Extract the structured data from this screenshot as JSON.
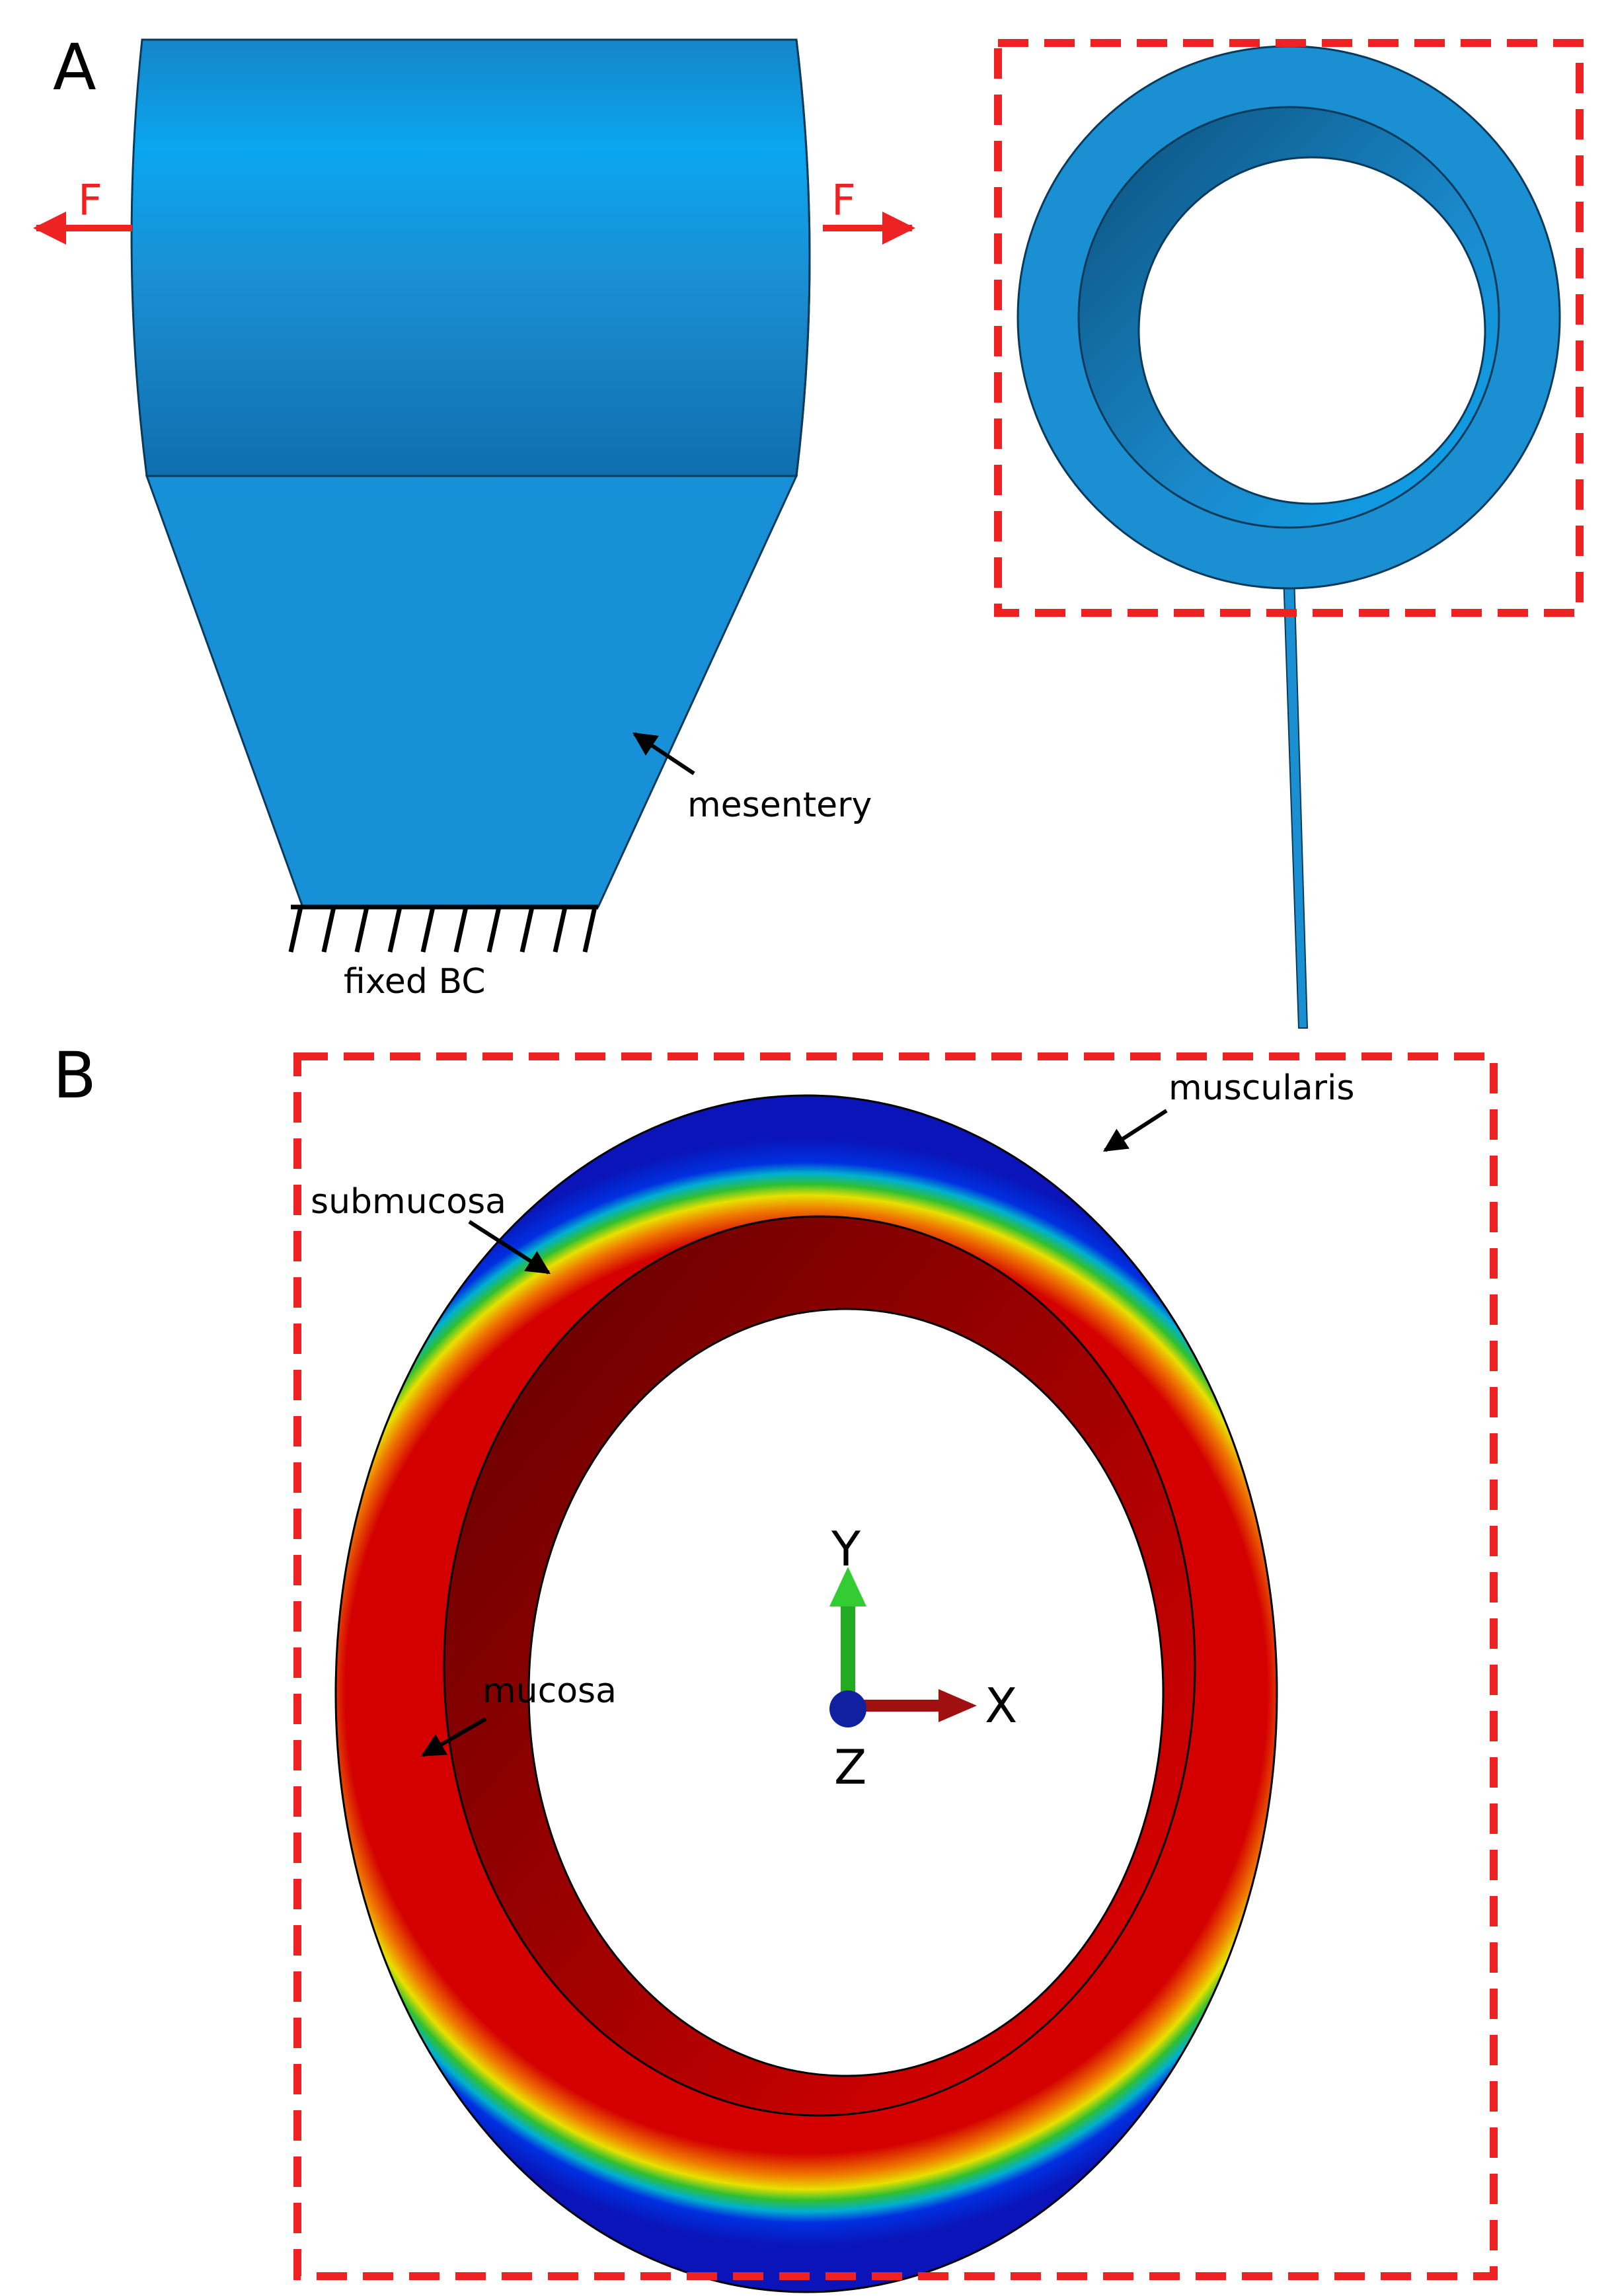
{
  "panels": {
    "a": {
      "letter": "A"
    },
    "b": {
      "letter": "B"
    }
  },
  "labels": {
    "force_left": "F",
    "force_right": "F",
    "mesentery": "mesentery",
    "fixed_bc": "fixed BC",
    "muscularis": "muscularis",
    "submucosa": "submucosa",
    "mucosa": "mucosa"
  },
  "axes": {
    "x": "X",
    "y": "Y",
    "z": "Z"
  },
  "colors": {
    "model_blue": "#1e90d4",
    "force_red": "#ee2222",
    "frame_red": "#ee2222",
    "muscularis_blue": "#0a14c8",
    "mucosa_red": "#d40000",
    "axis_x": "#a01010",
    "axis_y": "#22aa22",
    "axis_z": "#1020a0"
  }
}
